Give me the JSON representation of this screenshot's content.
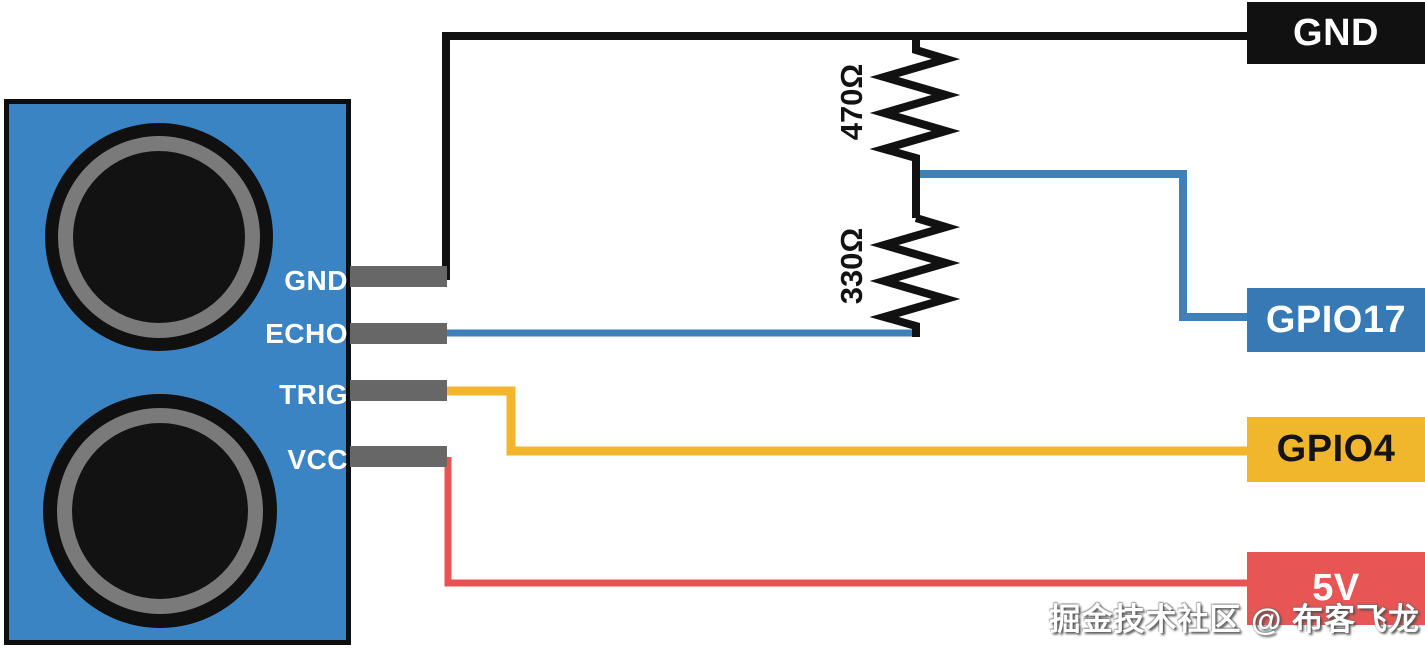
{
  "colors": {
    "module_blue": "#3b84c4",
    "ring_gray": "#7a7a7a",
    "pin_gray": "#676767",
    "wire_black": "#111111",
    "wire_blue": "#3d80ba",
    "wire_yellow": "#f2b52b",
    "wire_red": "#e85252",
    "term_gnd": "#111111",
    "term_gpio17": "#3779b5",
    "term_gpio4": "#f0b62c",
    "term_5v": "#e85555"
  },
  "sensor": {
    "pins": [
      {
        "label": "GND"
      },
      {
        "label": "ECHO"
      },
      {
        "label": "TRIG"
      },
      {
        "label": "VCC"
      }
    ]
  },
  "resistors": [
    {
      "value": "470Ω"
    },
    {
      "value": "330Ω"
    }
  ],
  "terminals": [
    {
      "label": "GND"
    },
    {
      "label": "GPIO17"
    },
    {
      "label": "GPIO4"
    },
    {
      "label": "5V"
    }
  ],
  "watermark": "掘金技术社区 @ 布客飞龙"
}
